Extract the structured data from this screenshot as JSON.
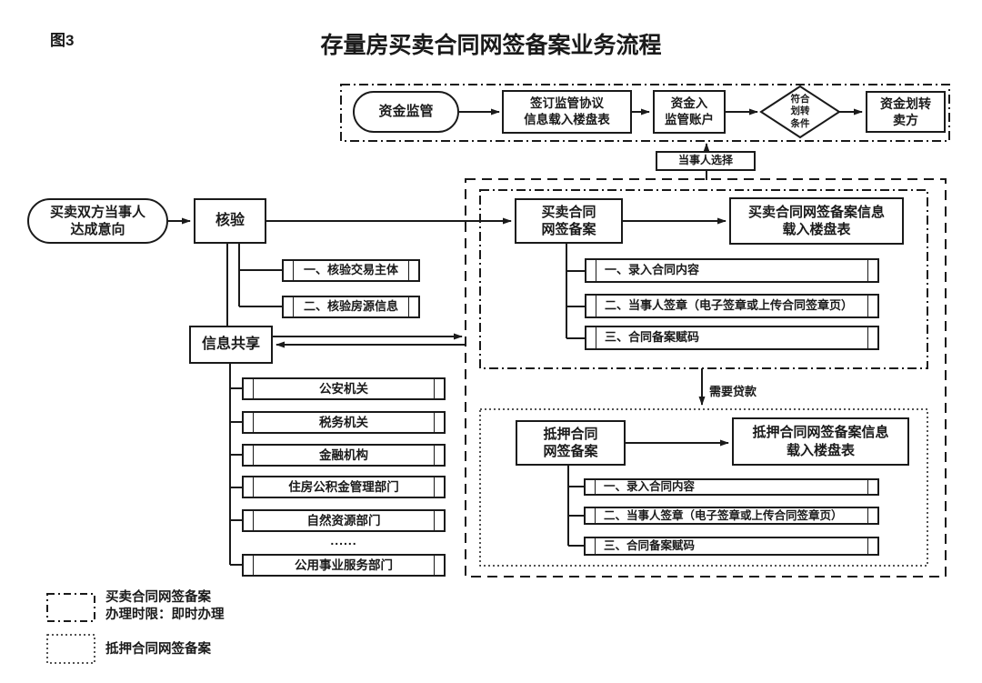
{
  "figure_label": "图3",
  "title": "存量房买卖合同网签备案业务流程",
  "colors": {
    "ink": "#1a1a1a",
    "bg": "#ffffff"
  },
  "fund_section": {
    "start": "资金监管",
    "step_sign": "签订监管协议\n信息载入楼盘表",
    "step_deposit": "资金入\n监管账户",
    "decision": "符合\n划转\n条件",
    "step_transfer": "资金划转\n卖方",
    "party_choice": "当事人选择"
  },
  "left_flow": {
    "start": "买卖双方当事人\n达成意向",
    "verify": "核验",
    "verify_items": [
      "一、核验交易主体",
      "二、核验房源信息"
    ],
    "info_share": "信息共享",
    "departments": [
      "公安机关",
      "税务机关",
      "金融机构",
      "住房公积金管理部门",
      "自然资源部门",
      "公用事业服务部门"
    ],
    "ellipsis": "......"
  },
  "sale_section": {
    "main": "买卖合同\n网签备案",
    "result": "买卖合同网签备案信息\n载入楼盘表",
    "steps": [
      "一、录入合同内容",
      "二、当事人签章（电子签章或上传合同签章页）",
      "三、合同备案赋码"
    ]
  },
  "loan_label": "需要贷款",
  "mortgage_section": {
    "main": "抵押合同\n网签备案",
    "result": "抵押合同网签备案信息\n载入楼盘表",
    "steps": [
      "一、录入合同内容",
      "二、当事人签章（电子签章或上传合同签章页）",
      "三、合同备案赋码"
    ]
  },
  "legend": {
    "sale": "买卖合同网签备案\n办理时限：即时办理",
    "mortgage": "抵押合同网签备案"
  }
}
